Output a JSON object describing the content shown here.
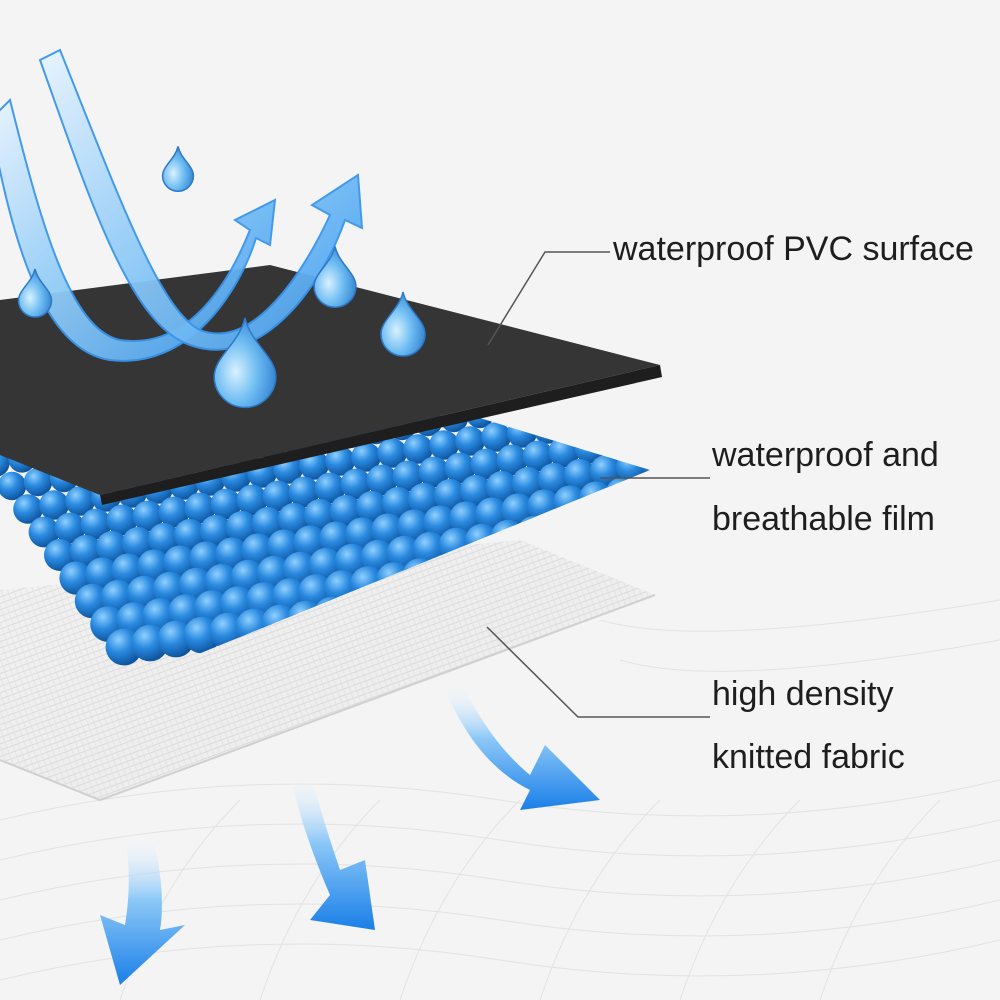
{
  "labels": {
    "pvc_surface": "waterproof PVC surface",
    "film_line1": "waterproof and",
    "film_line2": "breathable film",
    "fabric_line1": "high density",
    "fabric_line2": "knitted fabric"
  },
  "colors": {
    "background": "#f4f4f4",
    "pvc_sheet": "#333333",
    "film_bead": "#1f7fd6",
    "fabric": "#ececec",
    "arrow": "#2d8cf0",
    "label_text": "#1e1e1e",
    "leader_line": "#555555"
  },
  "icons": {
    "drop": "water-drop-icon",
    "arrow_up": "up-arrow-icon",
    "arrow_down": "down-arrow-icon"
  }
}
